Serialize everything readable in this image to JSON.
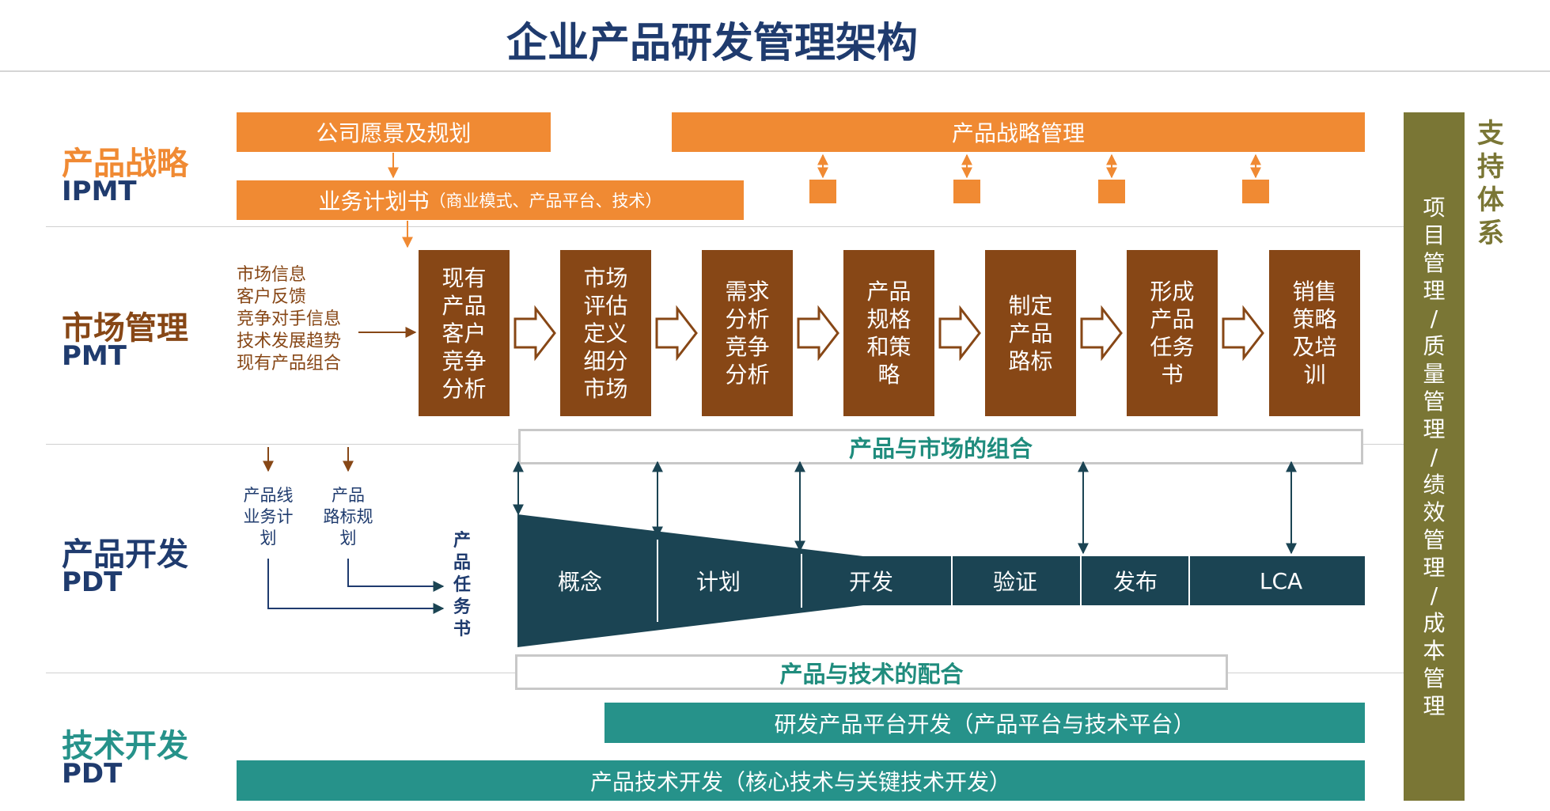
{
  "title": "企业产品研发管理架构",
  "layers": {
    "ipmt": {
      "cn": "产品战略",
      "en": "IPMT",
      "color": "#f08a33"
    },
    "pmt": {
      "cn": "市场管理",
      "en": "PMT",
      "color": "#874716"
    },
    "pdt": {
      "cn": "产品开发",
      "en": "PDT",
      "color": "#1f3b6e"
    },
    "tdt": {
      "cn": "技术开发",
      "en": "PDT",
      "color": "#26928a"
    }
  },
  "strategy": {
    "vision": "公司愿景及规划",
    "strategy_mgmt": "产品战略管理",
    "business_plan_main": "业务计划书",
    "business_plan_note": "（商业模式、产品平台、技术）"
  },
  "market_inputs": [
    "市场信息",
    "客户反馈",
    "竞争对手信息",
    "技术发展趋势",
    "现有产品组合"
  ],
  "market_steps": [
    "现有\n产品\n客户\n竞争\n分析",
    "市场\n评估\n定义\n细分\n市场",
    "需求\n分析\n竞争\n分析",
    "产品\n规格\n和策\n略",
    "制定\n产品\n路标",
    "形成\n产品\n任务\n书",
    "销售\n策略\n及培\n训"
  ],
  "product_market": "产品与市场的组合",
  "product_tech": "产品与技术的配合",
  "pdt_inputs": {
    "line_plan": "产品线\n业务计\n划",
    "roadmap": "产品\n路标规\n划",
    "charter": "产\n品\n任\n务\n书"
  },
  "stages": [
    "概念",
    "计划",
    "开发",
    "验证",
    "发布",
    "LCA"
  ],
  "tech": {
    "platform": "研发产品平台开发（产品平台与技术平台）",
    "core": "产品技术开发（核心技术与关键技术开发）"
  },
  "support": {
    "title": "支\n持\n体\n系",
    "items": "项\n目\n管\n理\n/\n质\n量\n管\n理\n/\n绩\n效\n管\n理\n/\n成\n本\n管\n理"
  },
  "colors": {
    "orange": "#f08a33",
    "brown": "#874716",
    "navy": "#1f3b6e",
    "teal": "#26928a",
    "stage_dark": "#1b4453",
    "olive": "#7a7635"
  }
}
